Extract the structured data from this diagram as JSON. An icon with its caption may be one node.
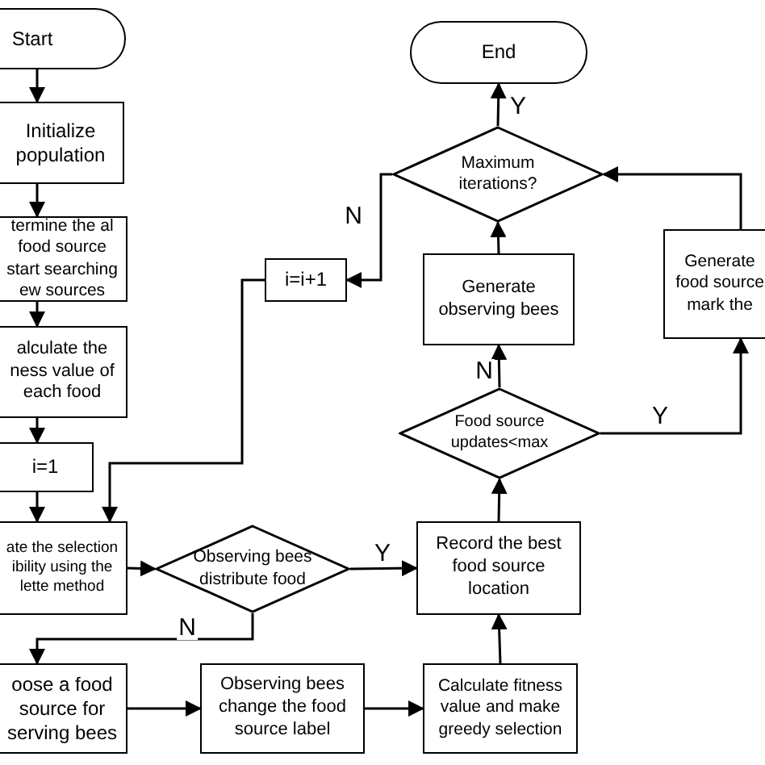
{
  "diagram": {
    "nodes": [
      {
        "text": [
          "Start"
        ]
      },
      {
        "text": [
          "Initialize population"
        ]
      },
      {
        "text": [
          "termine the al food source start searching ew sources"
        ]
      },
      {
        "text": [
          "alculate the ness value of each food"
        ]
      },
      {
        "text": [
          "i=1"
        ]
      },
      {
        "text": [
          "ate the selection ibility using the lette method"
        ]
      },
      {
        "text": [
          "Observing bees distribute food"
        ]
      },
      {
        "text": [
          "oose a food source for serving bees"
        ]
      },
      {
        "text": [
          "Observing bees change the food source label"
        ]
      },
      {
        "text": [
          "Calculate fitness value and make greedy selection"
        ]
      },
      {
        "text": [
          "Record the best food source location"
        ]
      },
      {
        "text": [
          "Food source updates<max"
        ]
      },
      {
        "text": [
          "Generate observing bees"
        ]
      },
      {
        "text": [
          "Generate food source mark the"
        ]
      },
      {
        "text": [
          "Maximum iterations?"
        ]
      },
      {
        "text": [
          "End"
        ]
      },
      {
        "text": [
          "i=i+1"
        ]
      }
    ],
    "edges": [
      {
        "from": 0,
        "to": 1,
        "arrow": "to"
      },
      {
        "from": 1,
        "to": 2,
        "arrow": "to"
      },
      {
        "from": 2,
        "to": 3,
        "arrow": "to"
      },
      {
        "from": 3,
        "to": 4,
        "arrow": "to"
      },
      {
        "from": 4,
        "to": 5,
        "arrow": "to"
      },
      {
        "from": 5,
        "to": 6,
        "arrow": "to"
      },
      {
        "from": 6,
        "to": 10,
        "arrow": "to",
        "label": "Y"
      },
      {
        "from": 6,
        "to": 7,
        "arrow": "to",
        "label": "N"
      },
      {
        "from": 7,
        "to": 8,
        "arrow": "to"
      },
      {
        "from": 8,
        "to": 9,
        "arrow": "to"
      },
      {
        "from": 9,
        "to": 10,
        "arrow": "to"
      },
      {
        "from": 10,
        "to": 11,
        "arrow": "to"
      },
      {
        "from": 11,
        "to": 12,
        "arrow": "to",
        "label": "N"
      },
      {
        "from": 11,
        "to": 13,
        "arrow": "to",
        "label": "Y"
      },
      {
        "from": 13,
        "to": 14,
        "arrow": "to"
      },
      {
        "from": 12,
        "to": 14,
        "arrow": "to"
      },
      {
        "from": 14,
        "to": 15,
        "arrow": "to",
        "label": "Y"
      },
      {
        "from": 14,
        "to": 16,
        "arrow": "to",
        "label": "N"
      },
      {
        "from": 16,
        "to": 5,
        "arrow": "to"
      }
    ]
  }
}
